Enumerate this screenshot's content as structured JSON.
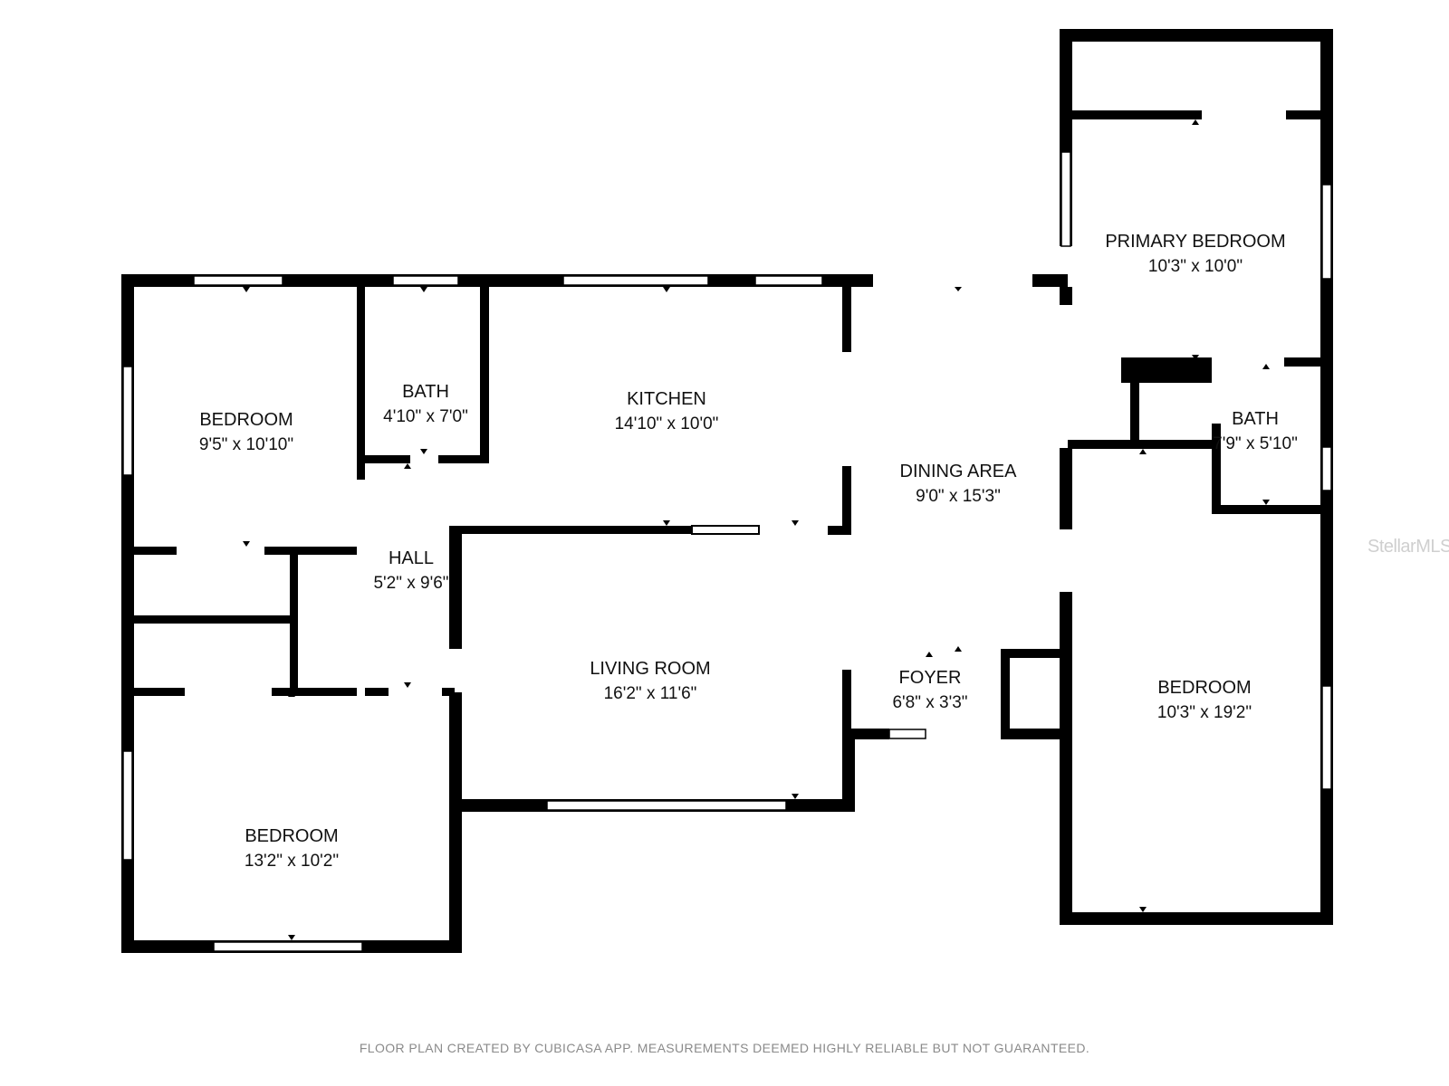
{
  "rooms": [
    {
      "name": "BEDROOM",
      "dim": "9'5\" x 10'10\""
    },
    {
      "name": "BATH",
      "dim": "4'10\" x 7'0\""
    },
    {
      "name": "KITCHEN",
      "dim": "14'10\" x 10'0\""
    },
    {
      "name": "DINING AREA",
      "dim": "9'0\" x 15'3\""
    },
    {
      "name": "PRIMARY BEDROOM",
      "dim": "10'3\" x 10'0\""
    },
    {
      "name": "BATH",
      "dim": "7'9\" x 5'10\""
    },
    {
      "name": "HALL",
      "dim": "5'2\" x 9'6\""
    },
    {
      "name": "LIVING ROOM",
      "dim": "16'2\" x 11'6\""
    },
    {
      "name": "FOYER",
      "dim": "6'8\" x 3'3\""
    },
    {
      "name": "BEDROOM",
      "dim": "10'3\" x 19'2\""
    },
    {
      "name": "BEDROOM",
      "dim": "13'2\" x 10'2\""
    }
  ],
  "footer": "FLOOR PLAN CREATED BY CUBICASA APP. MEASUREMENTS DEEMED HIGHLY RELIABLE BUT NOT GUARANTEED.",
  "watermark": "StellarMLS",
  "colors": {
    "wall": "#000000",
    "window": "#ffffff",
    "background": "#ffffff",
    "footer_text": "#8a8a8a"
  }
}
